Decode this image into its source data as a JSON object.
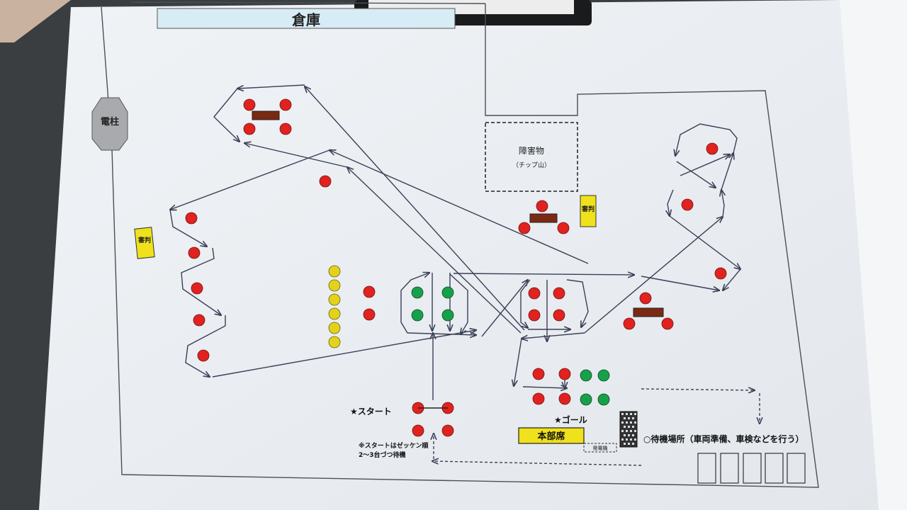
{
  "title": "倉庫",
  "pole_label": "電柱",
  "obstacle": {
    "label": "障害物",
    "sublabel": "（チップ山）"
  },
  "referee_label": "審判",
  "start_label": "★スタート",
  "start_note_line1": "※スタートはゼッケン順",
  "start_note_line2": "2～3台づつ待機",
  "goal_label": "★ゴール",
  "hq_label": "本部席",
  "generator_label": "発電機",
  "waiting_area_label": "○待機場所（車両準備、車検などを行う）",
  "colors": {
    "red": "#e1221f",
    "green": "#17a04a",
    "yellow": "#e2d21c",
    "box_brown": "#7a2a14",
    "referee_yellow": "#efe11b",
    "title_bar": "#d8ecf5",
    "pole_gray": "#a9aaad"
  }
}
